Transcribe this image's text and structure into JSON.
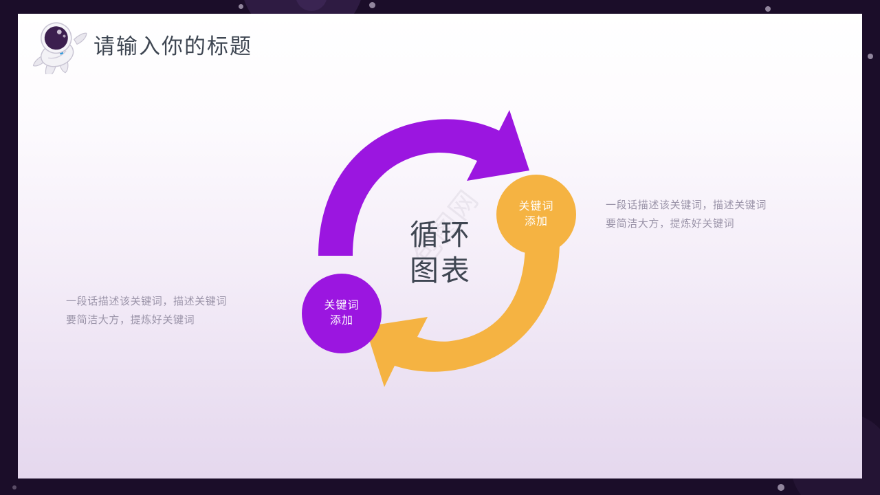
{
  "slide": {
    "title": "请输入你的标题",
    "astronaut_icon": "astronaut-icon",
    "center_label_line1": "循环",
    "center_label_line2": "图表",
    "watermark": "包图网",
    "colors": {
      "frame": "#1b0d29",
      "slide_top": "#ffffff",
      "slide_bottom": "#e5d8ee",
      "purple": "#9b16e0",
      "orange": "#f5b342",
      "title_text": "#3e4652",
      "body_text": "#9a93a8",
      "node_text": "#ffffff"
    }
  },
  "nodes": [
    {
      "id": "top",
      "label_line1": "关键词",
      "label_line2": "添加",
      "color": "#f5b342"
    },
    {
      "id": "bottom",
      "label_line1": "关键词",
      "label_line2": "添加",
      "color": "#9b16e0"
    }
  ],
  "arrows": [
    {
      "id": "purple-arrow",
      "color": "#9b16e0",
      "direction": "counterclockwise-up-right"
    },
    {
      "id": "orange-arrow",
      "color": "#f5b342",
      "direction": "clockwise-down-left"
    }
  ],
  "descriptions": [
    {
      "id": "right",
      "text": "一段话描述该关键词，描述关键词\n要简洁大方，提炼好关键词"
    },
    {
      "id": "left",
      "text": "一段话描述该关键词，描述关键词\n要简洁大方，提炼好关键词"
    }
  ]
}
